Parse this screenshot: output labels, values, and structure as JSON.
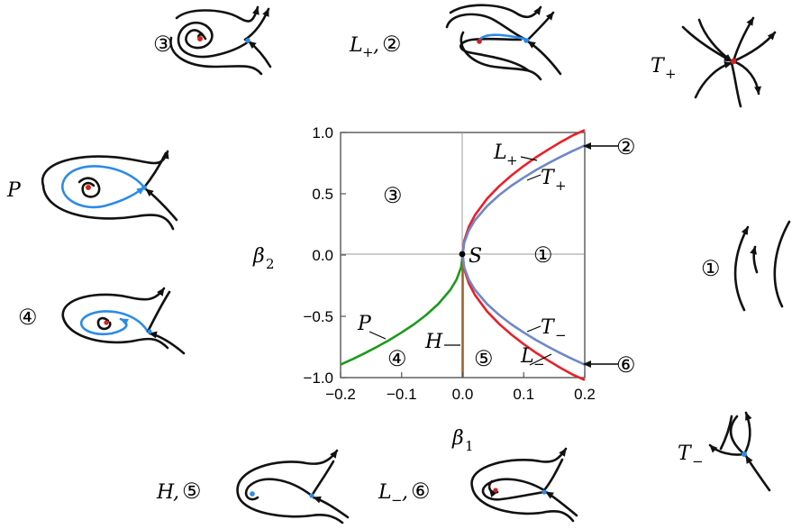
{
  "chart_data": {
    "type": "line",
    "xlabel": "β",
    "xlabel_sub": "1",
    "ylabel": "β",
    "ylabel_sub": "2",
    "xlim": [
      -0.2,
      0.2
    ],
    "ylim": [
      -1.0,
      1.0
    ],
    "x_ticks": [
      "−0.2",
      "−0.1",
      "0.0",
      "0.1",
      "0.2"
    ],
    "y_ticks": [
      "1.0",
      "0.5",
      "0.0",
      "−0.5",
      "−1.0"
    ],
    "grid": false,
    "series": [
      {
        "name": "L+",
        "color": "#e8202a",
        "x": [
          0,
          0.0025,
          0.01,
          0.02,
          0.04,
          0.06,
          0.08,
          0.1,
          0.12,
          0.14,
          0.16,
          0.18,
          0.2
        ],
        "y": [
          0,
          0.115,
          0.23,
          0.325,
          0.46,
          0.563,
          0.65,
          0.727,
          0.797,
          0.86,
          0.92,
          0.975,
          1.03
        ]
      },
      {
        "name": "T+",
        "color": "#6f87c6",
        "x": [
          0,
          0.0025,
          0.01,
          0.02,
          0.04,
          0.06,
          0.08,
          0.1,
          0.12,
          0.14,
          0.16,
          0.18,
          0.2
        ],
        "y": [
          0,
          0.1,
          0.2,
          0.283,
          0.4,
          0.49,
          0.566,
          0.632,
          0.693,
          0.748,
          0.8,
          0.849,
          0.894
        ]
      },
      {
        "name": "T−",
        "color": "#6f87c6",
        "x": [
          0,
          0.0025,
          0.01,
          0.02,
          0.04,
          0.06,
          0.08,
          0.1,
          0.12,
          0.14,
          0.16,
          0.18,
          0.2
        ],
        "y": [
          0,
          -0.1,
          -0.2,
          -0.283,
          -0.4,
          -0.49,
          -0.566,
          -0.632,
          -0.693,
          -0.748,
          -0.8,
          -0.849,
          -0.894
        ]
      },
      {
        "name": "L−",
        "color": "#e8202a",
        "x": [
          0,
          0.0025,
          0.01,
          0.02,
          0.04,
          0.06,
          0.08,
          0.1,
          0.12,
          0.14,
          0.16,
          0.18,
          0.2
        ],
        "y": [
          0,
          -0.115,
          -0.23,
          -0.325,
          -0.46,
          -0.563,
          -0.65,
          -0.727,
          -0.797,
          -0.86,
          -0.92,
          -0.975,
          -1.03
        ]
      },
      {
        "name": "P",
        "color": "#1d9a1d",
        "x": [
          0,
          -0.0025,
          -0.01,
          -0.02,
          -0.04,
          -0.06,
          -0.08,
          -0.1,
          -0.12,
          -0.14,
          -0.16,
          -0.18,
          -0.2
        ],
        "y": [
          0,
          -0.1,
          -0.2,
          -0.283,
          -0.4,
          -0.49,
          -0.566,
          -0.632,
          -0.693,
          -0.748,
          -0.8,
          -0.849,
          -0.894
        ]
      },
      {
        "name": "H",
        "color": "#a0622d",
        "x": [
          0,
          0
        ],
        "y": [
          0,
          -1.0
        ]
      }
    ],
    "point_S": {
      "label": "S",
      "x": 0,
      "y": 0
    }
  },
  "plot_labels": {
    "Lplus": {
      "main": "L",
      "sub": "+"
    },
    "Tplus": {
      "main": "T",
      "sub": "+"
    },
    "Tminus": {
      "main": "T",
      "sub": "−"
    },
    "Lminus": {
      "main": "L",
      "sub": "−"
    },
    "P": "P",
    "H": "H",
    "S": "S"
  },
  "regions": {
    "r1": "①",
    "r2": "②",
    "r3": "③",
    "r4": "④",
    "r5": "⑤",
    "r6": "⑥"
  },
  "panels": {
    "p3": {
      "region": "③"
    },
    "pL2": {
      "main": "L",
      "sub": "+",
      "comma": ",",
      "region": "②"
    },
    "pTplus": {
      "main": "T",
      "sub": "+"
    },
    "pP": {
      "main": "P"
    },
    "p4": {
      "region": "④"
    },
    "p1": {
      "region": "①"
    },
    "pH5": {
      "main": "H",
      "comma": ",",
      "region": "⑤"
    },
    "pL6": {
      "main": "L",
      "sub": "−",
      "comma": ",",
      "region": "⑥"
    },
    "pTminus": {
      "main": "T",
      "sub": "−"
    }
  },
  "colors": {
    "red_point": "#d42020",
    "blue_point": "#2b8be6",
    "blue_orbit": "#2b8be6"
  }
}
